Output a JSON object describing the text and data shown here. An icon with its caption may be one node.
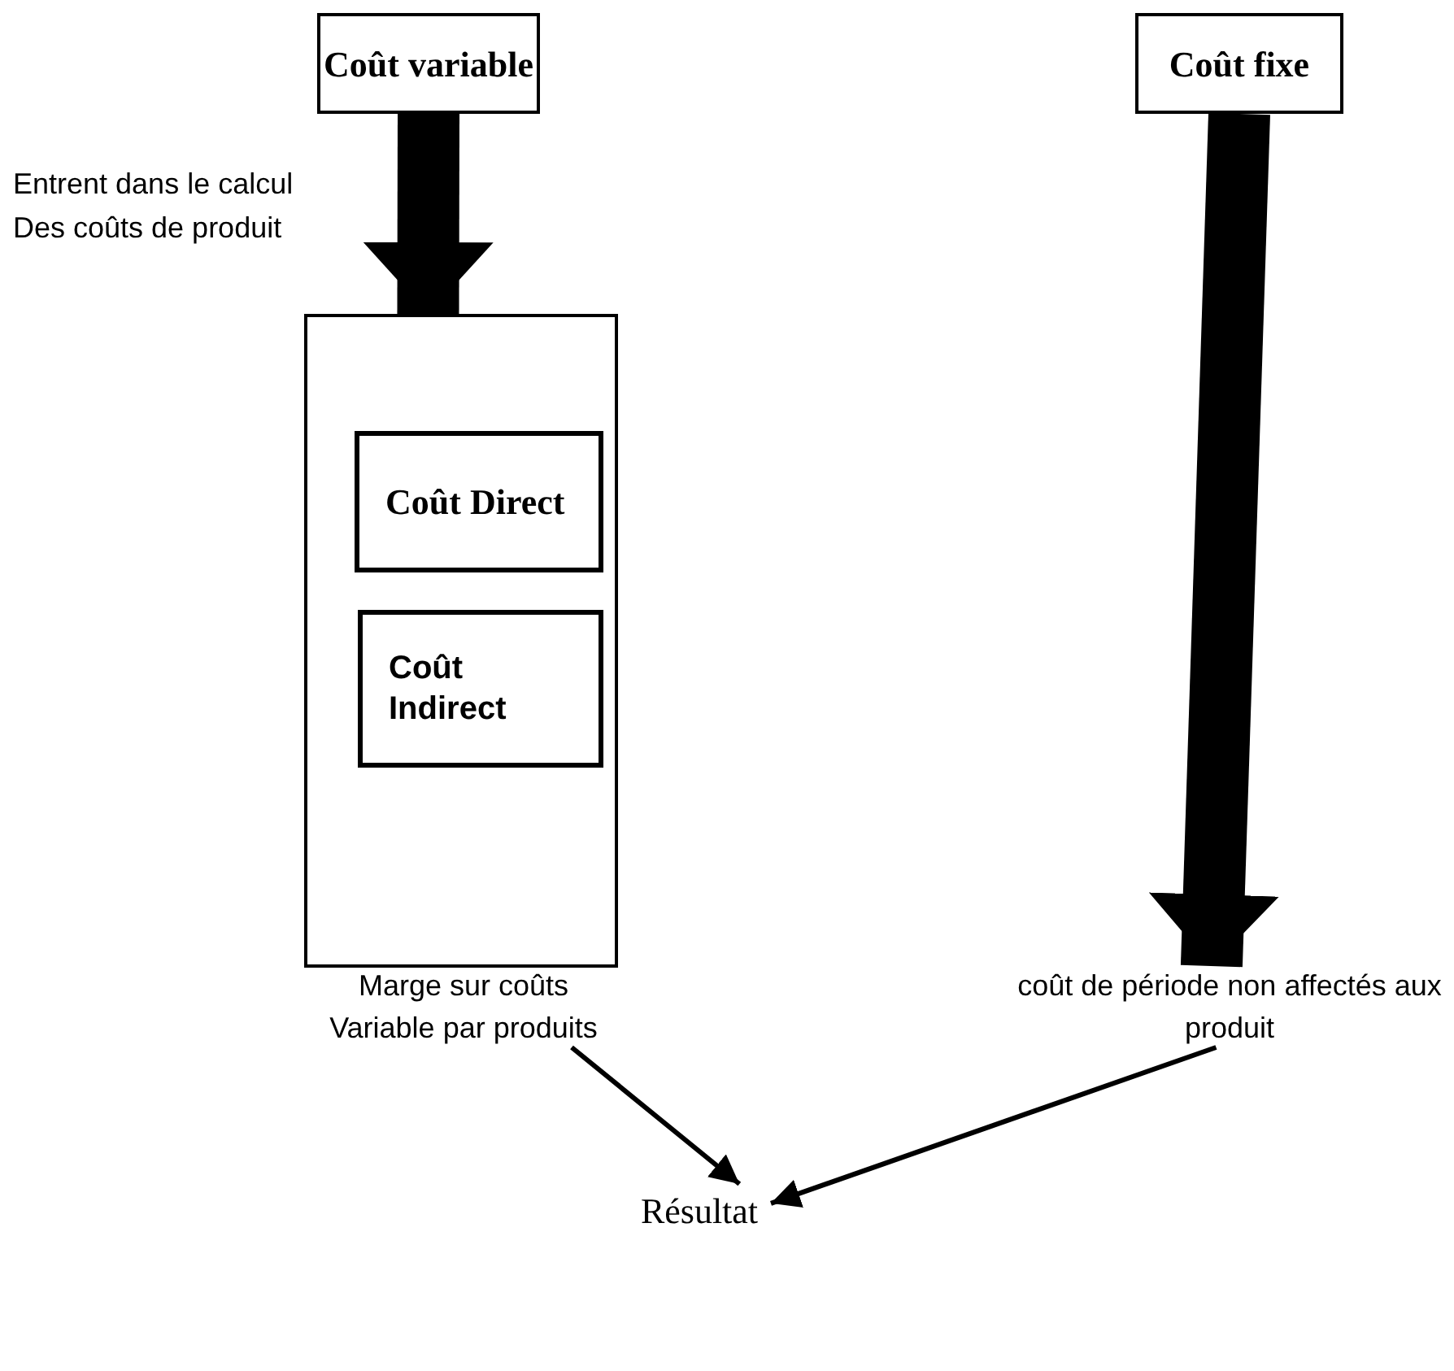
{
  "diagram": {
    "nodes": [
      {
        "text": [
          "Coût variable"
        ]
      },
      {
        "text": [
          "Coût fixe"
        ]
      },
      {
        "text": [],
        "shape": "box"
      },
      {
        "text": [
          "Coût Direct"
        ],
        "in": 2
      },
      {
        "text": [
          "Coût Indirect"
        ],
        "in": 2
      },
      {
        "text": [
          "Marge sur coûts Variable par produits"
        ]
      },
      {
        "text": [
          "coût de période non affectés aux produit"
        ]
      },
      {
        "text": [
          "Résultat"
        ]
      }
    ],
    "edges": [
      {
        "from": 0,
        "to": 2,
        "arrow": "to",
        "style": "thick",
        "label": "Entrent dans le calcul Des coûts de produit"
      },
      {
        "from": 1,
        "to": 6,
        "arrow": "to",
        "style": "thick"
      },
      {
        "from": 5,
        "to": 7,
        "arrow": "to"
      },
      {
        "from": 6,
        "to": 7,
        "arrow": "to"
      }
    ]
  }
}
